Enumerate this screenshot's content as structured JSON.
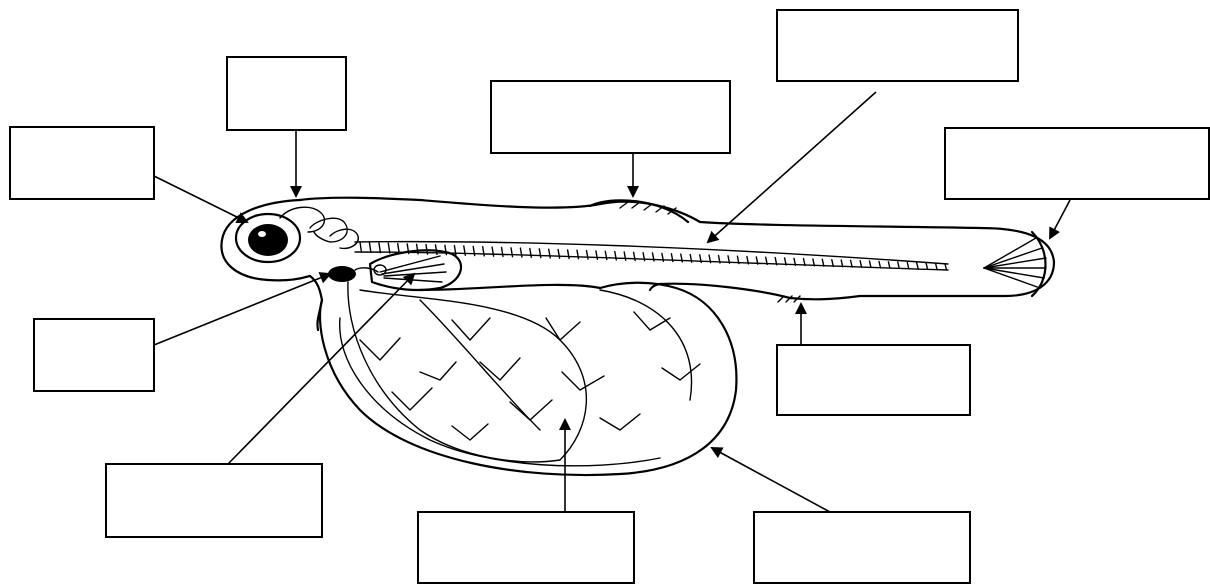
{
  "diagram": {
    "subject": "fish-larva-anatomy",
    "colors": {
      "ink": "#000000",
      "background": "#ffffff"
    },
    "labels": [
      {
        "id": "eye-label",
        "text": ""
      },
      {
        "id": "brain-label",
        "text": ""
      },
      {
        "id": "dorsal-fin-fold-label",
        "text": ""
      },
      {
        "id": "notochord-label",
        "text": ""
      },
      {
        "id": "caudal-fin-label",
        "text": ""
      },
      {
        "id": "heart-label",
        "text": ""
      },
      {
        "id": "ventral-fin-fold-label",
        "text": ""
      },
      {
        "id": "pectoral-fin-label",
        "text": ""
      },
      {
        "id": "blood-vessels-label",
        "text": ""
      },
      {
        "id": "yolk-sac-label",
        "text": ""
      }
    ]
  }
}
